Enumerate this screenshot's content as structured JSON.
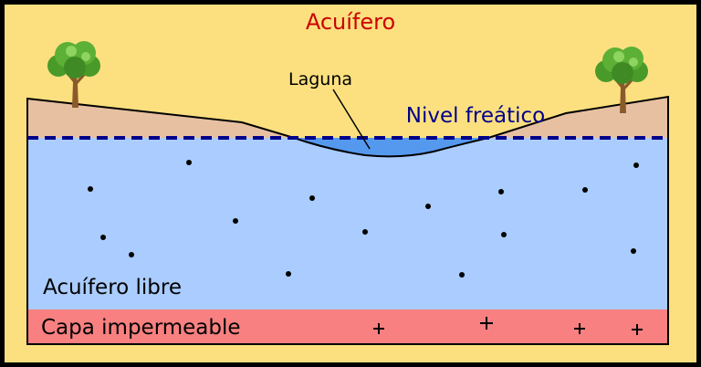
{
  "title": "Acuífero",
  "labels": {
    "laguna": "Laguna",
    "nivel_freatico": "Nivel freático",
    "acuifero_libre": "Acuífero libre",
    "capa_impermeable": "Capa impermeable"
  },
  "colors": {
    "background": "#fce07f",
    "title": "#cc0000",
    "water_table": "#00008b",
    "aquifer": "#aaccff",
    "lagoon": "#5599ee",
    "soil": "#e7c0a2",
    "impermeable": "#f88080",
    "outline": "#000000"
  },
  "icons": [
    "tree-icon",
    "tree-icon"
  ]
}
